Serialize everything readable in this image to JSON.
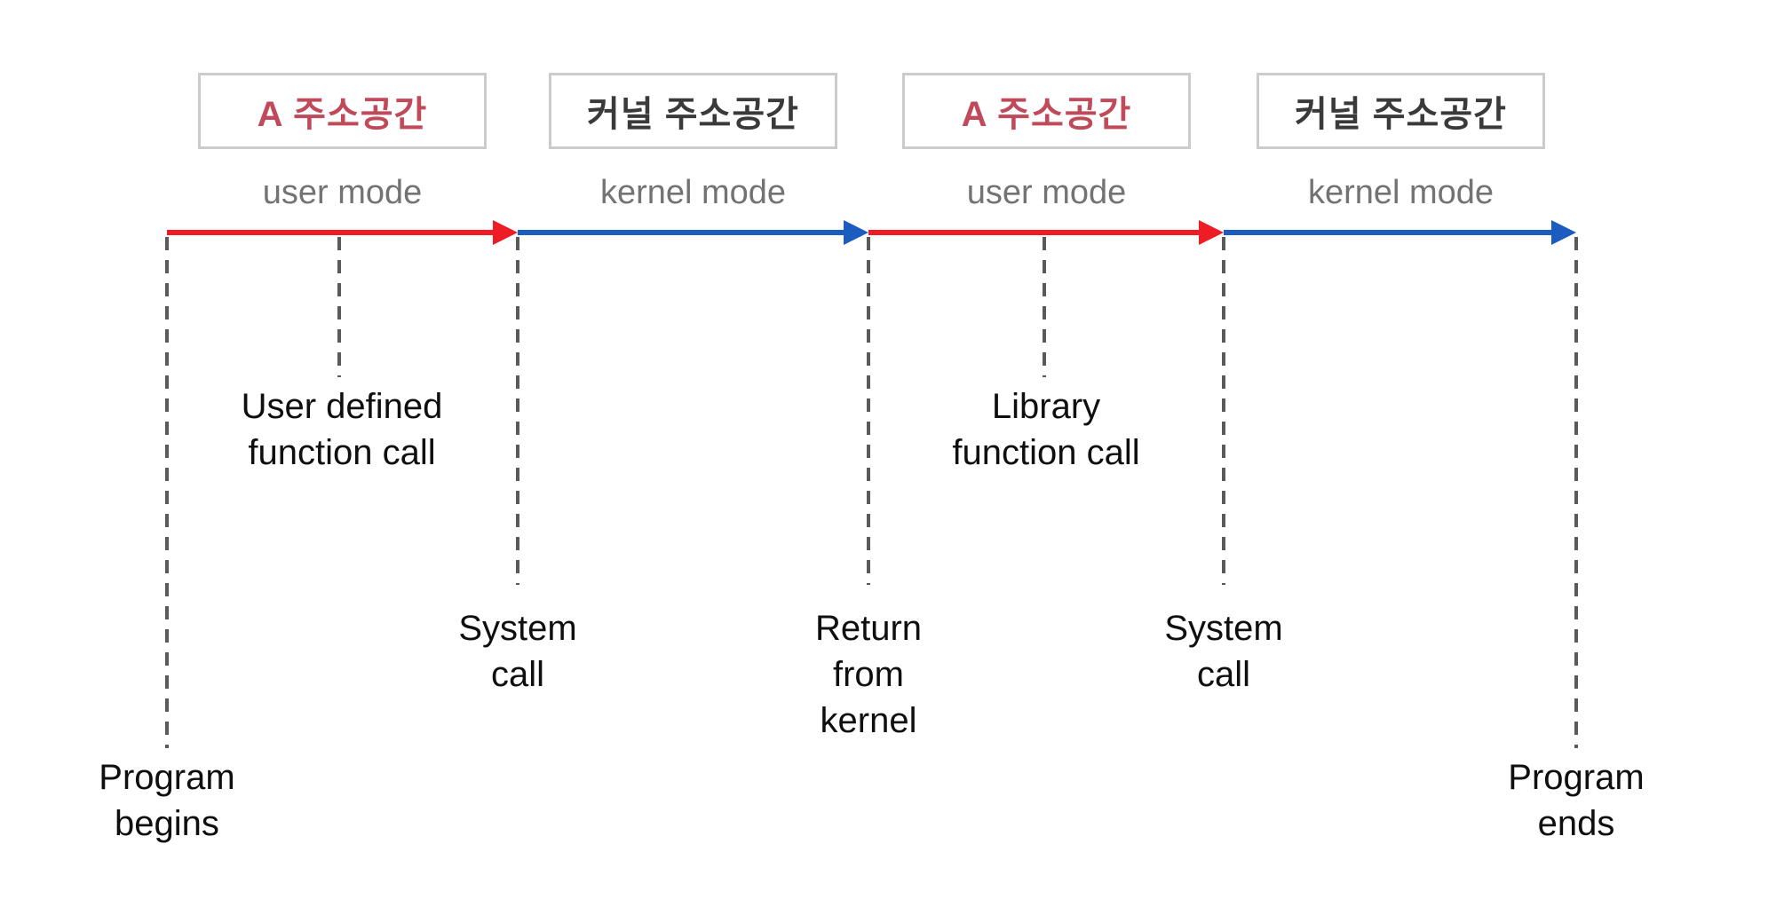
{
  "diagram": {
    "description": "Program execution timeline alternating between user mode and kernel mode",
    "address_spaces": [
      {
        "label": "A 주소공간",
        "mode": "user mode",
        "type": "user"
      },
      {
        "label": "커널 주소공간",
        "mode": "kernel mode",
        "type": "kernel"
      },
      {
        "label": "A 주소공간",
        "mode": "user mode",
        "type": "user"
      },
      {
        "label": "커널 주소공간",
        "mode": "kernel mode",
        "type": "kernel"
      }
    ],
    "timeline_segments": [
      {
        "mode": "user mode",
        "color": "#ee1c25"
      },
      {
        "mode": "kernel mode",
        "color": "#1d5cbf"
      },
      {
        "mode": "user mode",
        "color": "#ee1c25"
      },
      {
        "mode": "kernel mode",
        "color": "#1d5cbf"
      }
    ],
    "events": [
      {
        "label": "Program\nbegins"
      },
      {
        "label": "User defined\nfunction call"
      },
      {
        "label": "System\ncall"
      },
      {
        "label": "Return\nfrom\nkernel"
      },
      {
        "label": "Library\nfunction call"
      },
      {
        "label": "System\ncall"
      },
      {
        "label": "Program\nends"
      }
    ],
    "colors": {
      "user_mode_arrow": "#ee1c25",
      "kernel_mode_arrow": "#1d5cbf",
      "user_space_text": "#c0495a",
      "kernel_space_text": "#3a3a3a",
      "mode_label_text": "#737373",
      "box_border": "#cbcbcb",
      "dashed_line": "#5a5a5a",
      "event_text": "#0f0f0f",
      "background": "#ffffff"
    }
  }
}
